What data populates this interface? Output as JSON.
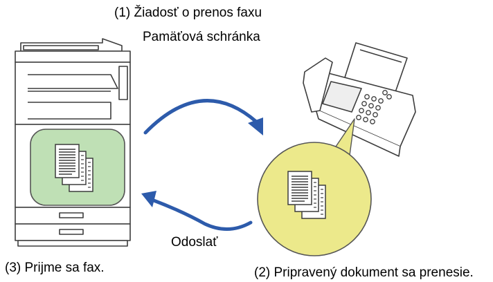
{
  "labels": {
    "step1_line1": "(1) Žiadosť o prenos faxu",
    "step1_line2": "Pamäťová schránka",
    "send": "Odoslať",
    "step3": "(3) Prijme sa fax.",
    "step2": "(2) Pripravený dokument sa prenesie."
  },
  "colors": {
    "arrow": "#2d5bab",
    "memory_box_fill": "#bfe0b5",
    "memory_box_stroke": "#555555",
    "document_circle_fill": "#ece98b",
    "line": "#3c3c3c"
  },
  "icons": {
    "copier": "multifunction-printer",
    "fax": "fax-machine",
    "documents": "document-stack"
  }
}
